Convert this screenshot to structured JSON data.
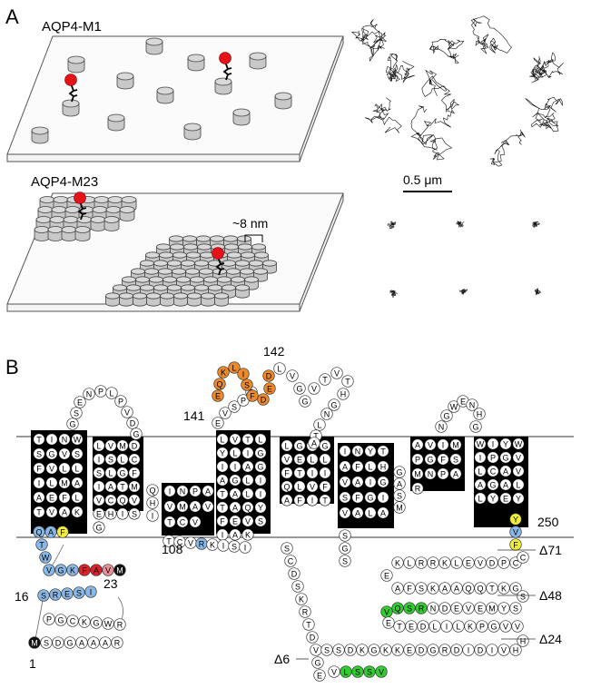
{
  "panel_a": {
    "label": "A",
    "m1_title": "AQP4-M1",
    "m23_title": "AQP4-M23",
    "array_spacing": "~8 nm",
    "scale_bar": "0.5 μm"
  },
  "panel_b": {
    "label": "B",
    "numbers": [
      "1",
      "16",
      "23",
      "108",
      "141",
      "142",
      "250"
    ],
    "deletions": [
      "Δ71",
      "Δ48",
      "Δ24",
      "Δ6"
    ]
  },
  "colors": {
    "fluorophore": "#e5121a",
    "cylinder": "#c8c8c8",
    "orange": "#ee8a2a",
    "blue": "#8ab8e6",
    "yellow": "#f2ee3c",
    "green": "#33cc33",
    "red": "#d8242a",
    "pink": "#e8909a",
    "black": "#111111"
  },
  "residues": {
    "n_term_start": [
      "M",
      "S",
      "D",
      "G",
      "A",
      "A",
      "A",
      "R"
    ],
    "n_row2": [
      "P",
      "G",
      "C",
      "K",
      "G",
      "W",
      "R"
    ],
    "n_row3": [
      "S",
      "R",
      "E",
      "S",
      "I"
    ],
    "n_row4": [
      "V",
      "G",
      "K",
      "F",
      "A",
      "V",
      "M"
    ],
    "tm1": [
      "T",
      "I",
      "N",
      "W",
      "S",
      "G",
      "V",
      "S",
      "F",
      "V",
      "L",
      "L",
      "I",
      "L",
      "M",
      "A",
      "A",
      "E",
      "F",
      "L",
      "T",
      "V",
      "A",
      "K"
    ],
    "loop_a": [
      "G",
      "S",
      "E",
      "N",
      "P",
      "L",
      "P",
      "V",
      "D",
      "G"
    ],
    "tm2": [
      "L",
      "V",
      "M",
      "D",
      "I",
      "S",
      "L",
      "C",
      "S",
      "L",
      "G",
      "F",
      "I",
      "A",
      "T",
      "M",
      "V",
      "C",
      "Q",
      "V",
      "E",
      "H",
      "I",
      "S",
      "G"
    ],
    "tm3": [
      "I",
      "N",
      "P",
      "A",
      "V",
      "M",
      "A",
      "V",
      "T",
      "C",
      "V"
    ],
    "tm4": [
      "L",
      "V",
      "T",
      "L",
      "Y",
      "L",
      "I",
      "G",
      "I",
      "I",
      "A",
      "G",
      "A",
      "G",
      "L",
      "I",
      "T",
      "A",
      "L",
      "I",
      "T",
      "A",
      "Q",
      "Y",
      "F",
      "E",
      "V",
      "S",
      "I",
      "A",
      "K"
    ],
    "loop_c_orange": [
      "E",
      "Q",
      "K",
      "L",
      "I",
      "S",
      "F",
      "D",
      "E",
      "D"
    ],
    "loop_c": [
      "V",
      "S",
      "P",
      "P",
      "L",
      "V",
      "G",
      "G",
      "V",
      "T",
      "V",
      "T",
      "H",
      "G",
      "N",
      "L",
      "T",
      "A"
    ],
    "tm5": [
      "L",
      "G",
      "H",
      "G",
      "V",
      "E",
      "L",
      "L",
      "F",
      "T",
      "I",
      "I",
      "Q",
      "L",
      "V",
      "F",
      "A",
      "F",
      "I",
      "T"
    ],
    "tm6": [
      "I",
      "N",
      "Y",
      "T",
      "A",
      "F",
      "L",
      "H",
      "V",
      "A",
      "I",
      "G",
      "S",
      "F",
      "G",
      "I",
      "V",
      "A",
      "L",
      "A"
    ],
    "tm7": [
      "A",
      "V",
      "I",
      "M",
      "P",
      "G",
      "F",
      "S",
      "M",
      "N",
      "P",
      "A",
      "R"
    ],
    "tm8": [
      "W",
      "I",
      "Y",
      "W",
      "I",
      "P",
      "G",
      "V",
      "L",
      "C",
      "A",
      "V",
      "A",
      "G",
      "A",
      "L",
      "L",
      "Y",
      "E",
      "Y"
    ],
    "loop_e": [
      "S",
      "D",
      "S",
      "K",
      "R",
      "T",
      "D",
      "V",
      "S",
      "G",
      "N",
      "E",
      "W",
      "E",
      "N",
      "H",
      "G",
      "S"
    ],
    "c_row1": [
      "K",
      "L",
      "R",
      "R",
      "K",
      "L",
      "E",
      "V",
      "D",
      "P",
      "C"
    ],
    "c_row2": [
      "A",
      "F",
      "S",
      "K",
      "A",
      "A",
      "Q",
      "Q",
      "T",
      "K",
      "G"
    ],
    "c_row3": [
      "Q",
      "S",
      "R",
      "N",
      "D",
      "E",
      "V",
      "E",
      "M",
      "Y",
      "S"
    ],
    "c_row4": [
      "T",
      "E",
      "D",
      "L",
      "I",
      "L",
      "K",
      "P",
      "G",
      "V",
      "V"
    ],
    "c_row5": [
      "S",
      "S",
      "D",
      "K",
      "G",
      "K",
      "K",
      "E",
      "D",
      "G",
      "R",
      "D",
      "I",
      "D",
      "I",
      "V",
      "H"
    ],
    "c_end": [
      "G",
      "E",
      "V",
      "L",
      "S",
      "S",
      "V"
    ]
  }
}
